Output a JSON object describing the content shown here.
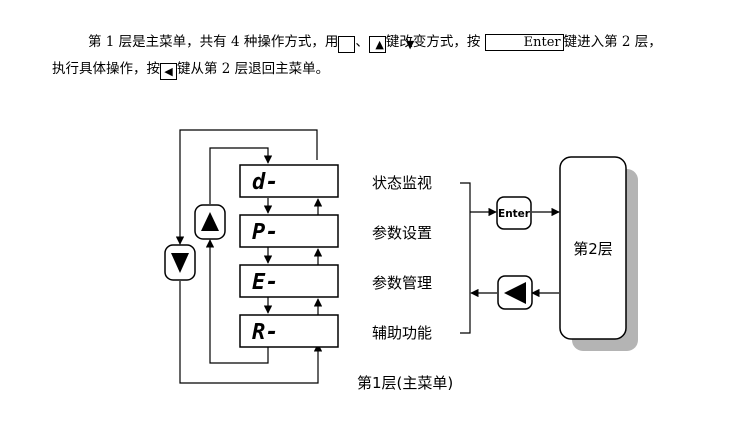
{
  "text": {
    "p1_a": "第 1 层是主菜单，共有 4 种操作方式，用",
    "sep": "、",
    "p1_b": "键改变方式，按",
    "p1_c": "键进入第 2 层，",
    "p2_a": "执行具体操作，按",
    "p2_b": "键从第 2 层退回主菜单。",
    "enter_key": "Enter",
    "up_glyph": "▲",
    "down_glyph": "▼",
    "back_glyph": "◀"
  },
  "diagram": {
    "menu_codes": [
      "d-",
      "P-",
      "E-",
      "R-"
    ],
    "menu_items": [
      "状态监视",
      "参数设置",
      "参数管理",
      "辅助功能"
    ],
    "enter_label": "Enter",
    "layer2": "第2层",
    "caption": "第1层(主菜单)"
  },
  "icons": {
    "up": "up-arrow-key-icon",
    "down": "down-arrow-key-icon",
    "back": "back-arrow-key-icon"
  }
}
